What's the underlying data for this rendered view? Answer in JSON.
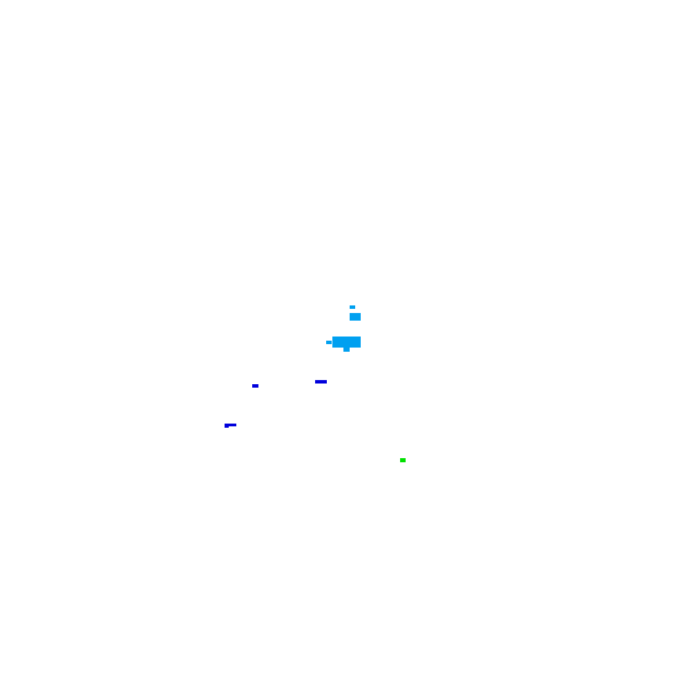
{
  "colors": {
    "background": "#ffffff",
    "cyan": "#00a0f0",
    "blue": "#0000dc",
    "green": "#00e000"
  },
  "groups": [
    {
      "name": "cyan-cluster",
      "color": "cyan",
      "cells": [
        [
          506,
          442,
          8,
          5
        ],
        [
          506,
          453,
          16,
          11
        ],
        [
          481,
          487,
          8,
          6
        ],
        [
          472,
          493,
          8,
          5
        ],
        [
          481,
          493,
          8,
          10
        ],
        [
          489,
          487,
          33,
          16
        ],
        [
          497,
          503,
          9,
          6
        ]
      ]
    },
    {
      "name": "blue-marks",
      "color": "blue",
      "cells": [
        [
          456,
          550,
          17,
          5
        ],
        [
          365,
          556,
          9,
          5
        ],
        [
          325,
          613,
          17,
          4
        ],
        [
          325,
          617,
          6,
          2
        ]
      ]
    },
    {
      "name": "green-mark",
      "color": "green",
      "cells": [
        [
          579,
          663,
          8,
          6
        ]
      ]
    }
  ]
}
